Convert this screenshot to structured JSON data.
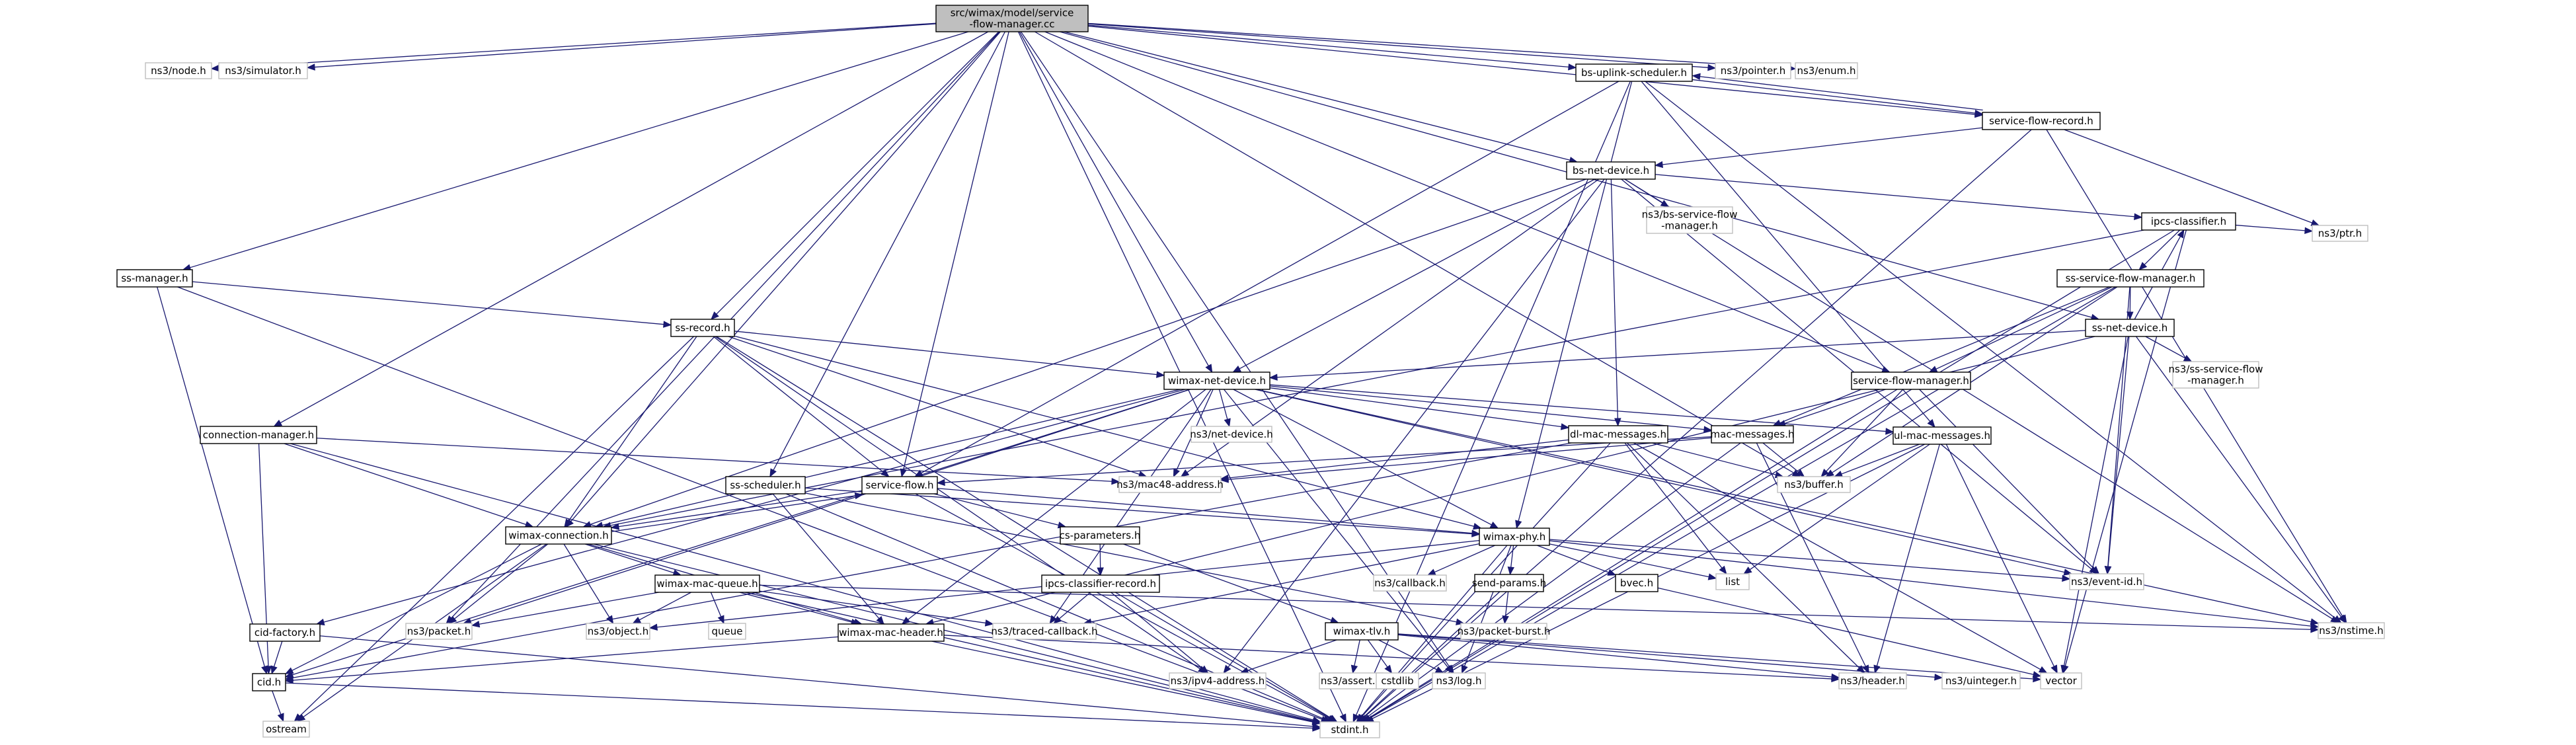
{
  "graph": {
    "title": "",
    "colors": {
      "edge": "#191970",
      "root_fill": "#bfbfbf",
      "node_border": "#000000",
      "external_border": "#bfbfbf",
      "background": "#ffffff"
    },
    "nodes": {
      "root": {
        "lines": [
          "src/wimax/model/service",
          "-flow-manager.cc"
        ],
        "kind": "root"
      },
      "node": {
        "lines": [
          "ns3/node.h"
        ],
        "kind": "external"
      },
      "simulator": {
        "lines": [
          "ns3/simulator.h"
        ],
        "kind": "external"
      },
      "pointer": {
        "lines": [
          "ns3/pointer.h"
        ],
        "kind": "external"
      },
      "enum": {
        "lines": [
          "ns3/enum.h"
        ],
        "kind": "external"
      },
      "bsuplink": {
        "lines": [
          "bs-uplink-scheduler.h"
        ],
        "kind": "local"
      },
      "sfrecord": {
        "lines": [
          "service-flow-record.h"
        ],
        "kind": "local"
      },
      "bsnet": {
        "lines": [
          "bs-net-device.h"
        ],
        "kind": "local"
      },
      "bssfm": {
        "lines": [
          "ns3/bs-service-flow",
          "-manager.h"
        ],
        "kind": "external"
      },
      "ipcs": {
        "lines": [
          "ipcs-classifier.h"
        ],
        "kind": "local"
      },
      "ptr": {
        "lines": [
          "ns3/ptr.h"
        ],
        "kind": "external"
      },
      "sssfm": {
        "lines": [
          "ss-service-flow-manager.h"
        ],
        "kind": "local"
      },
      "ssnet": {
        "lines": [
          "ss-net-device.h"
        ],
        "kind": "local"
      },
      "nsssfm": {
        "lines": [
          "ns3/ss-service-flow",
          "-manager.h"
        ],
        "kind": "external"
      },
      "ssmanager": {
        "lines": [
          "ss-manager.h"
        ],
        "kind": "local"
      },
      "ssrecord": {
        "lines": [
          "ss-record.h"
        ],
        "kind": "local"
      },
      "connmgr": {
        "lines": [
          "connection-manager.h"
        ],
        "kind": "local"
      },
      "wimaxnet": {
        "lines": [
          "wimax-net-device.h"
        ],
        "kind": "local"
      },
      "netdevice": {
        "lines": [
          "ns3/net-device.h"
        ],
        "kind": "external"
      },
      "sfm": {
        "lines": [
          "service-flow-manager.h"
        ],
        "kind": "local"
      },
      "dlmac": {
        "lines": [
          "dl-mac-messages.h"
        ],
        "kind": "local"
      },
      "macmsg": {
        "lines": [
          "mac-messages.h"
        ],
        "kind": "local"
      },
      "ulmac": {
        "lines": [
          "ul-mac-messages.h"
        ],
        "kind": "local"
      },
      "mac48": {
        "lines": [
          "ns3/mac48-address.h"
        ],
        "kind": "external"
      },
      "buffer": {
        "lines": [
          "ns3/buffer.h"
        ],
        "kind": "external"
      },
      "ssscheduler": {
        "lines": [
          "ss-scheduler.h"
        ],
        "kind": "local"
      },
      "serviceflow": {
        "lines": [
          "service-flow.h"
        ],
        "kind": "local"
      },
      "wimaxphy": {
        "lines": [
          "wimax-phy.h"
        ],
        "kind": "local"
      },
      "wimaxconn": {
        "lines": [
          "wimax-connection.h"
        ],
        "kind": "local"
      },
      "csparams": {
        "lines": [
          "cs-parameters.h"
        ],
        "kind": "local"
      },
      "callback": {
        "lines": [
          "ns3/callback.h"
        ],
        "kind": "external"
      },
      "sendparams": {
        "lines": [
          "send-params.h"
        ],
        "kind": "local"
      },
      "bvec": {
        "lines": [
          "bvec.h"
        ],
        "kind": "local"
      },
      "list": {
        "lines": [
          "list"
        ],
        "kind": "external"
      },
      "eventid": {
        "lines": [
          "ns3/event-id.h"
        ],
        "kind": "external"
      },
      "macqueue": {
        "lines": [
          "wimax-mac-queue.h"
        ],
        "kind": "local"
      },
      "ipcsrecord": {
        "lines": [
          "ipcs-classifier-record.h"
        ],
        "kind": "local"
      },
      "packetburst": {
        "lines": [
          "ns3/packet-burst.h"
        ],
        "kind": "external"
      },
      "nstime": {
        "lines": [
          "ns3/nstime.h"
        ],
        "kind": "external"
      },
      "packet": {
        "lines": [
          "ns3/packet.h"
        ],
        "kind": "external"
      },
      "object": {
        "lines": [
          "ns3/object.h"
        ],
        "kind": "external"
      },
      "queue": {
        "lines": [
          "queue"
        ],
        "kind": "external"
      },
      "tracedcb": {
        "lines": [
          "ns3/traced-callback.h"
        ],
        "kind": "external"
      },
      "tlv": {
        "lines": [
          "wimax-tlv.h"
        ],
        "kind": "local"
      },
      "cidfactory": {
        "lines": [
          "cid-factory.h"
        ],
        "kind": "local"
      },
      "machdr": {
        "lines": [
          "wimax-mac-header.h"
        ],
        "kind": "local"
      },
      "cid": {
        "lines": [
          "cid.h"
        ],
        "kind": "local"
      },
      "nsassert": {
        "lines": [
          "ns3/assert.h"
        ],
        "kind": "external"
      },
      "cstdlib": {
        "lines": [
          "cstdlib"
        ],
        "kind": "external"
      },
      "log": {
        "lines": [
          "ns3/log.h"
        ],
        "kind": "external"
      },
      "ipv4": {
        "lines": [
          "ns3/ipv4-address.h"
        ],
        "kind": "external"
      },
      "header": {
        "lines": [
          "ns3/header.h"
        ],
        "kind": "external"
      },
      "uinteger": {
        "lines": [
          "ns3/uinteger.h"
        ],
        "kind": "external"
      },
      "vector": {
        "lines": [
          "vector"
        ],
        "kind": "external"
      },
      "ostream": {
        "lines": [
          "ostream"
        ],
        "kind": "external"
      },
      "stdint": {
        "lines": [
          "stdint.h"
        ],
        "kind": "external"
      }
    },
    "edges": [
      [
        "root",
        "node"
      ],
      [
        "root",
        "simulator"
      ],
      [
        "root",
        "ssmanager"
      ],
      [
        "root",
        "connmgr"
      ],
      [
        "root",
        "packet"
      ],
      [
        "root",
        "wimaxconn"
      ],
      [
        "root",
        "ssscheduler"
      ],
      [
        "root",
        "ssrecord"
      ],
      [
        "root",
        "serviceflow"
      ],
      [
        "root",
        "wimaxnet"
      ],
      [
        "root",
        "log"
      ],
      [
        "root",
        "buffer"
      ],
      [
        "root",
        "bsuplink"
      ],
      [
        "root",
        "pointer"
      ],
      [
        "root",
        "enum"
      ],
      [
        "root",
        "bsnet"
      ],
      [
        "root",
        "sfm"
      ],
      [
        "root",
        "sfrecord"
      ],
      [
        "root",
        "ssnet"
      ],
      [
        "root",
        "stdint"
      ],
      [
        "bsuplink",
        "sfrecord"
      ],
      [
        "sfrecord",
        "bsuplink"
      ],
      [
        "bsuplink",
        "serviceflow"
      ],
      [
        "bsuplink",
        "wimaxphy"
      ],
      [
        "bsuplink",
        "ulmac"
      ],
      [
        "bsuplink",
        "stdint"
      ],
      [
        "bsuplink",
        "nstime"
      ],
      [
        "sfrecord",
        "bsnet"
      ],
      [
        "sfrecord",
        "ptr"
      ],
      [
        "sfrecord",
        "stdint"
      ],
      [
        "sfrecord",
        "nstime"
      ],
      [
        "bsnet",
        "bssfm"
      ],
      [
        "bsnet",
        "ipcs"
      ],
      [
        "bsnet",
        "wimaxnet"
      ],
      [
        "bsnet",
        "wimaxconn"
      ],
      [
        "bsnet",
        "mac48"
      ],
      [
        "bsnet",
        "dlmac"
      ],
      [
        "bsnet",
        "ipv4"
      ],
      [
        "bsnet",
        "nstime"
      ],
      [
        "bsnet",
        "eventid"
      ],
      [
        "ipcs",
        "ptr"
      ],
      [
        "ipcs",
        "sssfm"
      ],
      [
        "ipcs",
        "wimaxconn"
      ],
      [
        "ipcs",
        "vector"
      ],
      [
        "ipcs",
        "stdint"
      ],
      [
        "sssfm",
        "ssnet"
      ],
      [
        "sssfm",
        "sfm"
      ],
      [
        "sssfm",
        "macmsg"
      ],
      [
        "sssfm",
        "buffer"
      ],
      [
        "sssfm",
        "eventid"
      ],
      [
        "sssfm",
        "stdint"
      ],
      [
        "ssnet",
        "ipcs"
      ],
      [
        "ssnet",
        "nsssfm"
      ],
      [
        "ssnet",
        "wimaxnet"
      ],
      [
        "ssnet",
        "machdr"
      ],
      [
        "ssnet",
        "eventid"
      ],
      [
        "ssnet",
        "nstime"
      ],
      [
        "ssnet",
        "vector"
      ],
      [
        "ssmanager",
        "ssrecord"
      ],
      [
        "ssmanager",
        "cid"
      ],
      [
        "ssmanager",
        "stdint"
      ],
      [
        "ssrecord",
        "wimaxnet"
      ],
      [
        "ssrecord",
        "wimaxconn"
      ],
      [
        "ssrecord",
        "serviceflow"
      ],
      [
        "ssrecord",
        "mac48"
      ],
      [
        "ssrecord",
        "ipv4"
      ],
      [
        "ssrecord",
        "wimaxphy"
      ],
      [
        "ssrecord",
        "ostream"
      ],
      [
        "ssrecord",
        "stdint"
      ],
      [
        "connmgr",
        "wimaxconn"
      ],
      [
        "connmgr",
        "mac48"
      ],
      [
        "connmgr",
        "cid"
      ],
      [
        "connmgr",
        "stdint"
      ],
      [
        "wimaxnet",
        "netdevice"
      ],
      [
        "wimaxnet",
        "mac48"
      ],
      [
        "wimaxnet",
        "dlmac"
      ],
      [
        "wimaxnet",
        "macmsg"
      ],
      [
        "wimaxnet",
        "ulmac"
      ],
      [
        "wimaxnet",
        "wimaxphy"
      ],
      [
        "wimaxnet",
        "wimaxconn"
      ],
      [
        "wimaxnet",
        "packet"
      ],
      [
        "wimaxnet",
        "cid"
      ],
      [
        "wimaxnet",
        "cidfactory"
      ],
      [
        "wimaxnet",
        "machdr"
      ],
      [
        "wimaxnet",
        "tracedcb"
      ],
      [
        "wimaxnet",
        "log"
      ],
      [
        "wimaxnet",
        "eventid"
      ],
      [
        "wimaxnet",
        "nstime"
      ],
      [
        "sfm",
        "macmsg"
      ],
      [
        "sfm",
        "buffer"
      ],
      [
        "sfm",
        "eventid"
      ],
      [
        "sfm",
        "stdint"
      ],
      [
        "dlmac",
        "mac48"
      ],
      [
        "dlmac",
        "buffer"
      ],
      [
        "dlmac",
        "list"
      ],
      [
        "dlmac",
        "header"
      ],
      [
        "dlmac",
        "vector"
      ],
      [
        "dlmac",
        "cid"
      ],
      [
        "dlmac",
        "stdint"
      ],
      [
        "macmsg",
        "serviceflow"
      ],
      [
        "macmsg",
        "mac48"
      ],
      [
        "macmsg",
        "buffer"
      ],
      [
        "macmsg",
        "header"
      ],
      [
        "macmsg",
        "stdint"
      ],
      [
        "ulmac",
        "buffer"
      ],
      [
        "ulmac",
        "list"
      ],
      [
        "ulmac",
        "header"
      ],
      [
        "ulmac",
        "vector"
      ],
      [
        "ulmac",
        "stdint"
      ],
      [
        "ssscheduler",
        "wimaxphy"
      ],
      [
        "ssscheduler",
        "machdr"
      ],
      [
        "ssscheduler",
        "packetburst"
      ],
      [
        "ssscheduler",
        "stdint"
      ],
      [
        "serviceflow",
        "wimaxconn"
      ],
      [
        "serviceflow",
        "csparams"
      ],
      [
        "serviceflow",
        "wimaxphy"
      ],
      [
        "serviceflow",
        "stdint"
      ],
      [
        "wimaxconn",
        "serviceflow"
      ],
      [
        "wimaxconn",
        "macqueue"
      ],
      [
        "wimaxconn",
        "machdr"
      ],
      [
        "wimaxconn",
        "object"
      ],
      [
        "wimaxconn",
        "packet"
      ],
      [
        "wimaxconn",
        "cid"
      ],
      [
        "wimaxconn",
        "ostream"
      ],
      [
        "wimaxconn",
        "stdint"
      ],
      [
        "wimaxphy",
        "callback"
      ],
      [
        "wimaxphy",
        "sendparams"
      ],
      [
        "wimaxphy",
        "bvec"
      ],
      [
        "wimaxphy",
        "list"
      ],
      [
        "wimaxphy",
        "eventid"
      ],
      [
        "wimaxphy",
        "nstime"
      ],
      [
        "wimaxphy",
        "object"
      ],
      [
        "wimaxphy",
        "tracedcb"
      ],
      [
        "wimaxphy",
        "log"
      ],
      [
        "wimaxphy",
        "stdint"
      ],
      [
        "csparams",
        "ipcsrecord"
      ],
      [
        "csparams",
        "tlv"
      ],
      [
        "ipcsrecord",
        "tracedcb"
      ],
      [
        "ipcsrecord",
        "ipv4"
      ],
      [
        "ipcsrecord",
        "stdint"
      ],
      [
        "tlv",
        "nsassert"
      ],
      [
        "tlv",
        "cstdlib"
      ],
      [
        "tlv",
        "log"
      ],
      [
        "tlv",
        "ipv4"
      ],
      [
        "tlv",
        "header"
      ],
      [
        "tlv",
        "uinteger"
      ],
      [
        "tlv",
        "vector"
      ],
      [
        "sendparams",
        "packetburst"
      ],
      [
        "sendparams",
        "stdint"
      ],
      [
        "bvec",
        "vector"
      ],
      [
        "macqueue",
        "packet"
      ],
      [
        "macqueue",
        "object"
      ],
      [
        "macqueue",
        "queue"
      ],
      [
        "macqueue",
        "tracedcb"
      ],
      [
        "macqueue",
        "machdr"
      ],
      [
        "macqueue",
        "nstime"
      ],
      [
        "macqueue",
        "stdint"
      ],
      [
        "machdr",
        "header"
      ],
      [
        "machdr",
        "cid"
      ],
      [
        "machdr",
        "stdint"
      ],
      [
        "cidfactory",
        "cid"
      ],
      [
        "cidfactory",
        "stdint"
      ],
      [
        "cid",
        "ostream"
      ],
      [
        "cid",
        "stdint"
      ]
    ]
  }
}
